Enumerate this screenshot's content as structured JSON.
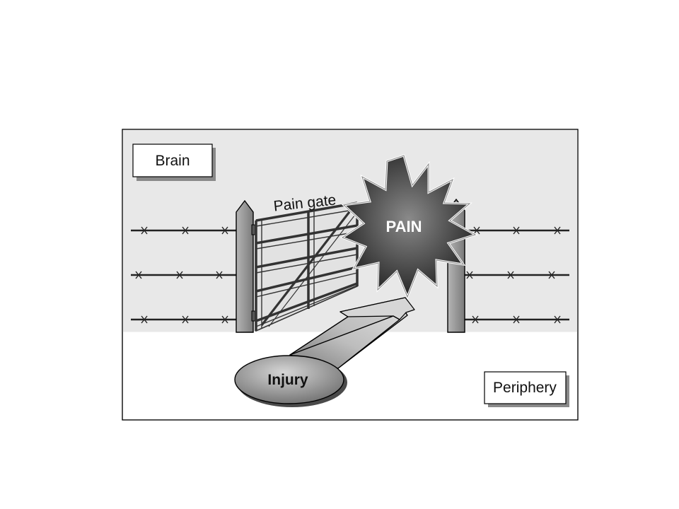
{
  "labels": {
    "brain": "Brain",
    "pain_gate": "Pain gate",
    "pain": "PAIN",
    "injury": "Injury",
    "periphery": "Periphery"
  },
  "colors": {
    "brain_region": "#e8e8e8",
    "periphery_region": "#ffffff",
    "outline": "#000000",
    "fence_wire": "#222222",
    "post_fill": "#9a9a9a",
    "gate_fill": "#e0e0e0",
    "pain_burst_dark": "#2a2a2a",
    "pain_burst_light": "#7a7a7a",
    "arrow_light": "#d0d0d0",
    "arrow_dark": "#7a7a7a"
  }
}
